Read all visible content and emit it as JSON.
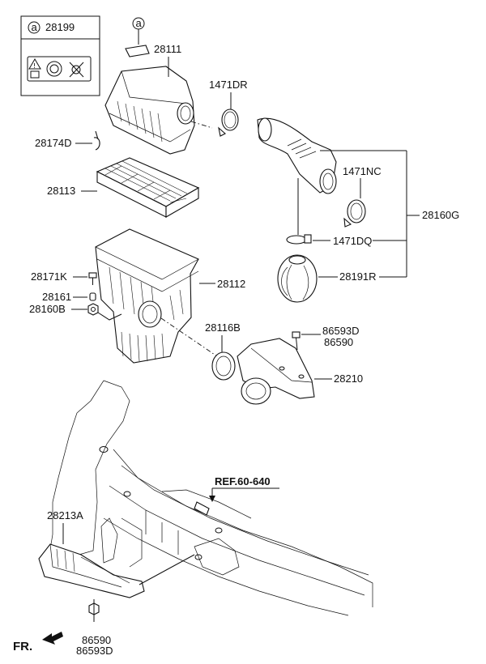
{
  "legend_box": {
    "circle_letter": "a",
    "part_no": "28199"
  },
  "labels": {
    "p28111": "28111",
    "p1471DR": "1471DR",
    "p28174D": "28174D",
    "p28113": "28113",
    "p1471NC": "1471NC",
    "p28160G": "28160G",
    "p1471DQ": "1471DQ",
    "p28191R": "28191R",
    "p28171K": "28171K",
    "p28112": "28112",
    "p28161": "28161",
    "p28160B": "28160B",
    "p28116B": "28116B",
    "p86593D_a": "86593D",
    "p86590_a": "86590",
    "p28210": "28210",
    "ref": "REF.60-640",
    "p28213A": "28213A",
    "p86590_b": "86590",
    "p86593D_b": "86593D",
    "callout_a": "a",
    "fr": "FR."
  }
}
